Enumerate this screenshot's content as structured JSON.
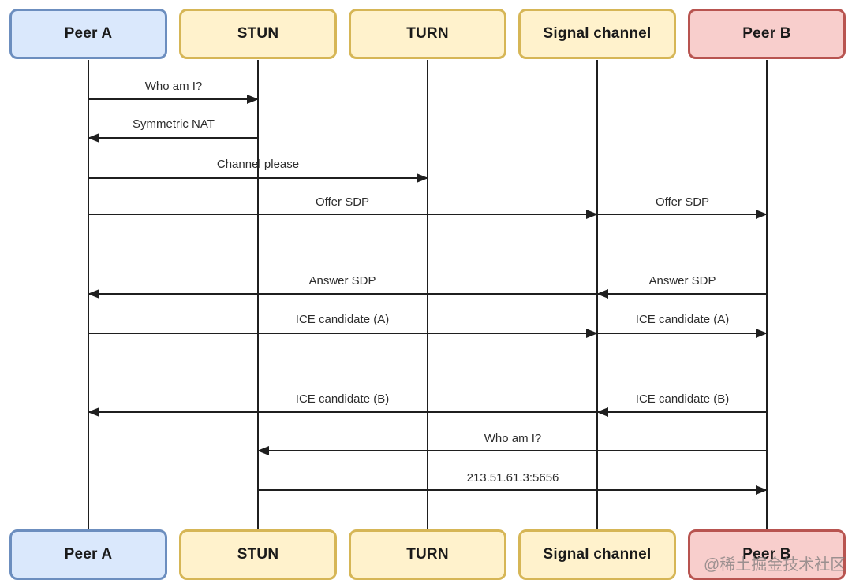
{
  "diagram_type": "sequence-diagram",
  "actors": [
    {
      "label": "Peer A",
      "fill": "#dae8fc",
      "border": "#6c8ebf"
    },
    {
      "label": "STUN",
      "fill": "#fff2cc",
      "border": "#d6b656"
    },
    {
      "label": "TURN",
      "fill": "#fff2cc",
      "border": "#d6b656"
    },
    {
      "label": "Signal channel",
      "fill": "#fff2cc",
      "border": "#d6b656"
    },
    {
      "label": "Peer B",
      "fill": "#f8cecc",
      "border": "#b85450"
    }
  ],
  "messages": [
    {
      "label": "Who am I?",
      "from": "Peer A",
      "to": "STUN"
    },
    {
      "label": "Symmetric NAT",
      "from": "STUN",
      "to": "Peer A"
    },
    {
      "label": "Channel please",
      "from": "Peer A",
      "to": "TURN"
    },
    {
      "label": "Offer SDP",
      "from": "Peer A",
      "to": "Signal channel"
    },
    {
      "label": "Offer SDP",
      "from": "Signal channel",
      "to": "Peer B"
    },
    {
      "label": "Answer SDP",
      "from": "Signal channel",
      "to": "Peer A"
    },
    {
      "label": "Answer SDP",
      "from": "Peer B",
      "to": "Signal channel"
    },
    {
      "label": "ICE candidate (A)",
      "from": "Peer A",
      "to": "Signal channel"
    },
    {
      "label": "ICE candidate (A)",
      "from": "Signal channel",
      "to": "Peer B"
    },
    {
      "label": "ICE candidate (B)",
      "from": "Signal channel",
      "to": "Peer A"
    },
    {
      "label": "ICE candidate (B)",
      "from": "Peer B",
      "to": "Signal channel"
    },
    {
      "label": "Who am I?",
      "from": "Peer B",
      "to": "STUN"
    },
    {
      "label": "213.51.61.3:5656",
      "from": "STUN",
      "to": "Peer B"
    }
  ],
  "watermark": "@稀土掘金技术社区",
  "colors": {
    "line": "#1f1f1f",
    "text": "#2d2d2d",
    "background": "#ffffff",
    "watermark": "#787878"
  }
}
